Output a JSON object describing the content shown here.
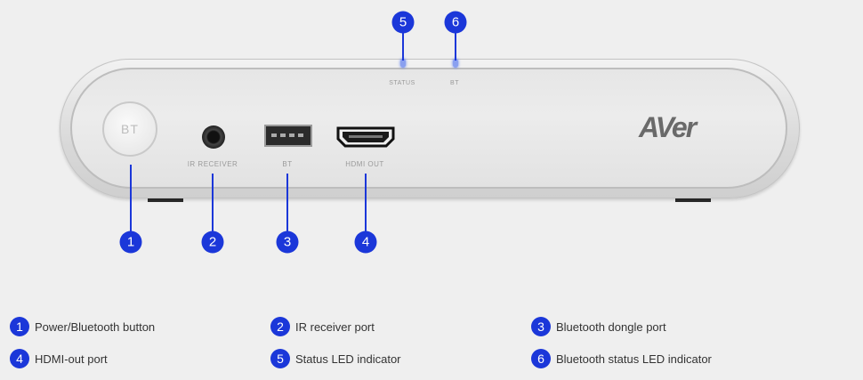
{
  "device": {
    "button_label": "BT",
    "port_labels": {
      "ir": "IR RECEIVER",
      "bt": "BT",
      "hdmi": "HDMI OUT"
    },
    "led_labels": {
      "status": "STATUS",
      "bt": "BT"
    },
    "logo": "AVer"
  },
  "markers": [
    "1",
    "2",
    "3",
    "4",
    "5",
    "6"
  ],
  "legend": [
    {
      "num": "1",
      "text": "Power/Bluetooth button"
    },
    {
      "num": "2",
      "text": "IR receiver port"
    },
    {
      "num": "3",
      "text": "Bluetooth dongle port"
    },
    {
      "num": "4",
      "text": "HDMI-out port"
    },
    {
      "num": "5",
      "text": "Status LED indicator"
    },
    {
      "num": "6",
      "text": "Bluetooth status LED indicator"
    }
  ],
  "colors": {
    "accent": "#1b37d9"
  }
}
